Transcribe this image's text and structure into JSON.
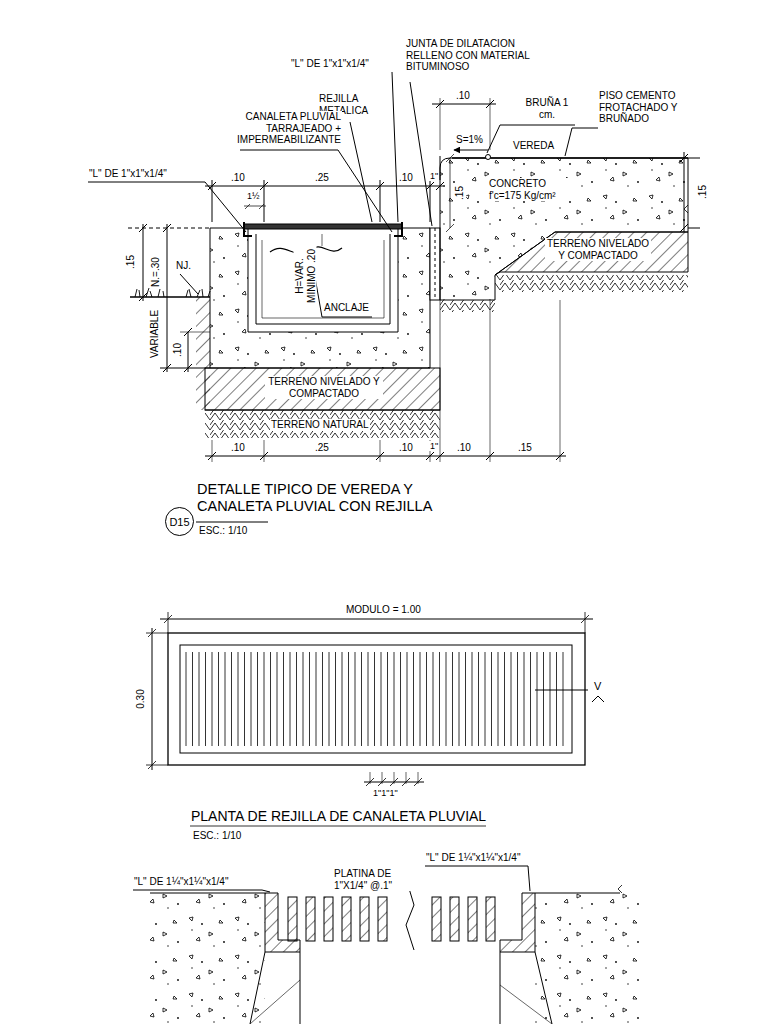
{
  "diagram": {
    "nodes": [
      {
        "text": [
          "D15"
        ]
      }
    ],
    "labels": [
      "JUNTA DE DILATACION RELLENO CON MATERIAL BITUMINOSO",
      "\"L\" DE 1\"x1\"x1/4\"",
      ".10",
      "BRUÑA 1 cm.",
      "PISO CEMENTO FROTACHADO Y BRUÑADO",
      "REJILLA METALICA",
      "CANALETA PLUVIAL TARRAJEADO + IMPERMEABILIZANTE",
      "S=1%",
      "VEREDA",
      "\"L\" DE 1\"x1\"x1/4\"",
      ".10",
      ".25",
      ".10",
      "1\"",
      "1½",
      ".15",
      "CONCRETO f'c=175 Kg/cm²",
      ".15",
      "TERRENO NIVELADO Y COMPACTADO",
      ".15",
      "N.=.30",
      "NJ.",
      "VARIABLE",
      ".10",
      "H=VAR. MINIMO .20",
      "ANCLAJE",
      "TERRENO NIVELADO Y COMPACTADO",
      "TERRENO NATURAL",
      ".10",
      ".25",
      ".10",
      "1\"",
      ".10",
      ".15",
      "DETALLE TIPICO DE VEREDA Y CANALETA PLUVIAL CON REJILLA",
      "ESC.: 1/10",
      "MODULO = 1.00",
      "0.30",
      "V",
      "1\"1\"1\"",
      "PLANTA DE REJILLA DE CANALETA PLUVIAL",
      "ESC.: 1/10",
      "\"L\" DE 1¼\"x1¼\"x1/4\"",
      "\"L\" DE 1¼\"x1¼\"x1/4\"",
      "PLATINA DE 1\"X1/4\" @.1\""
    ]
  }
}
